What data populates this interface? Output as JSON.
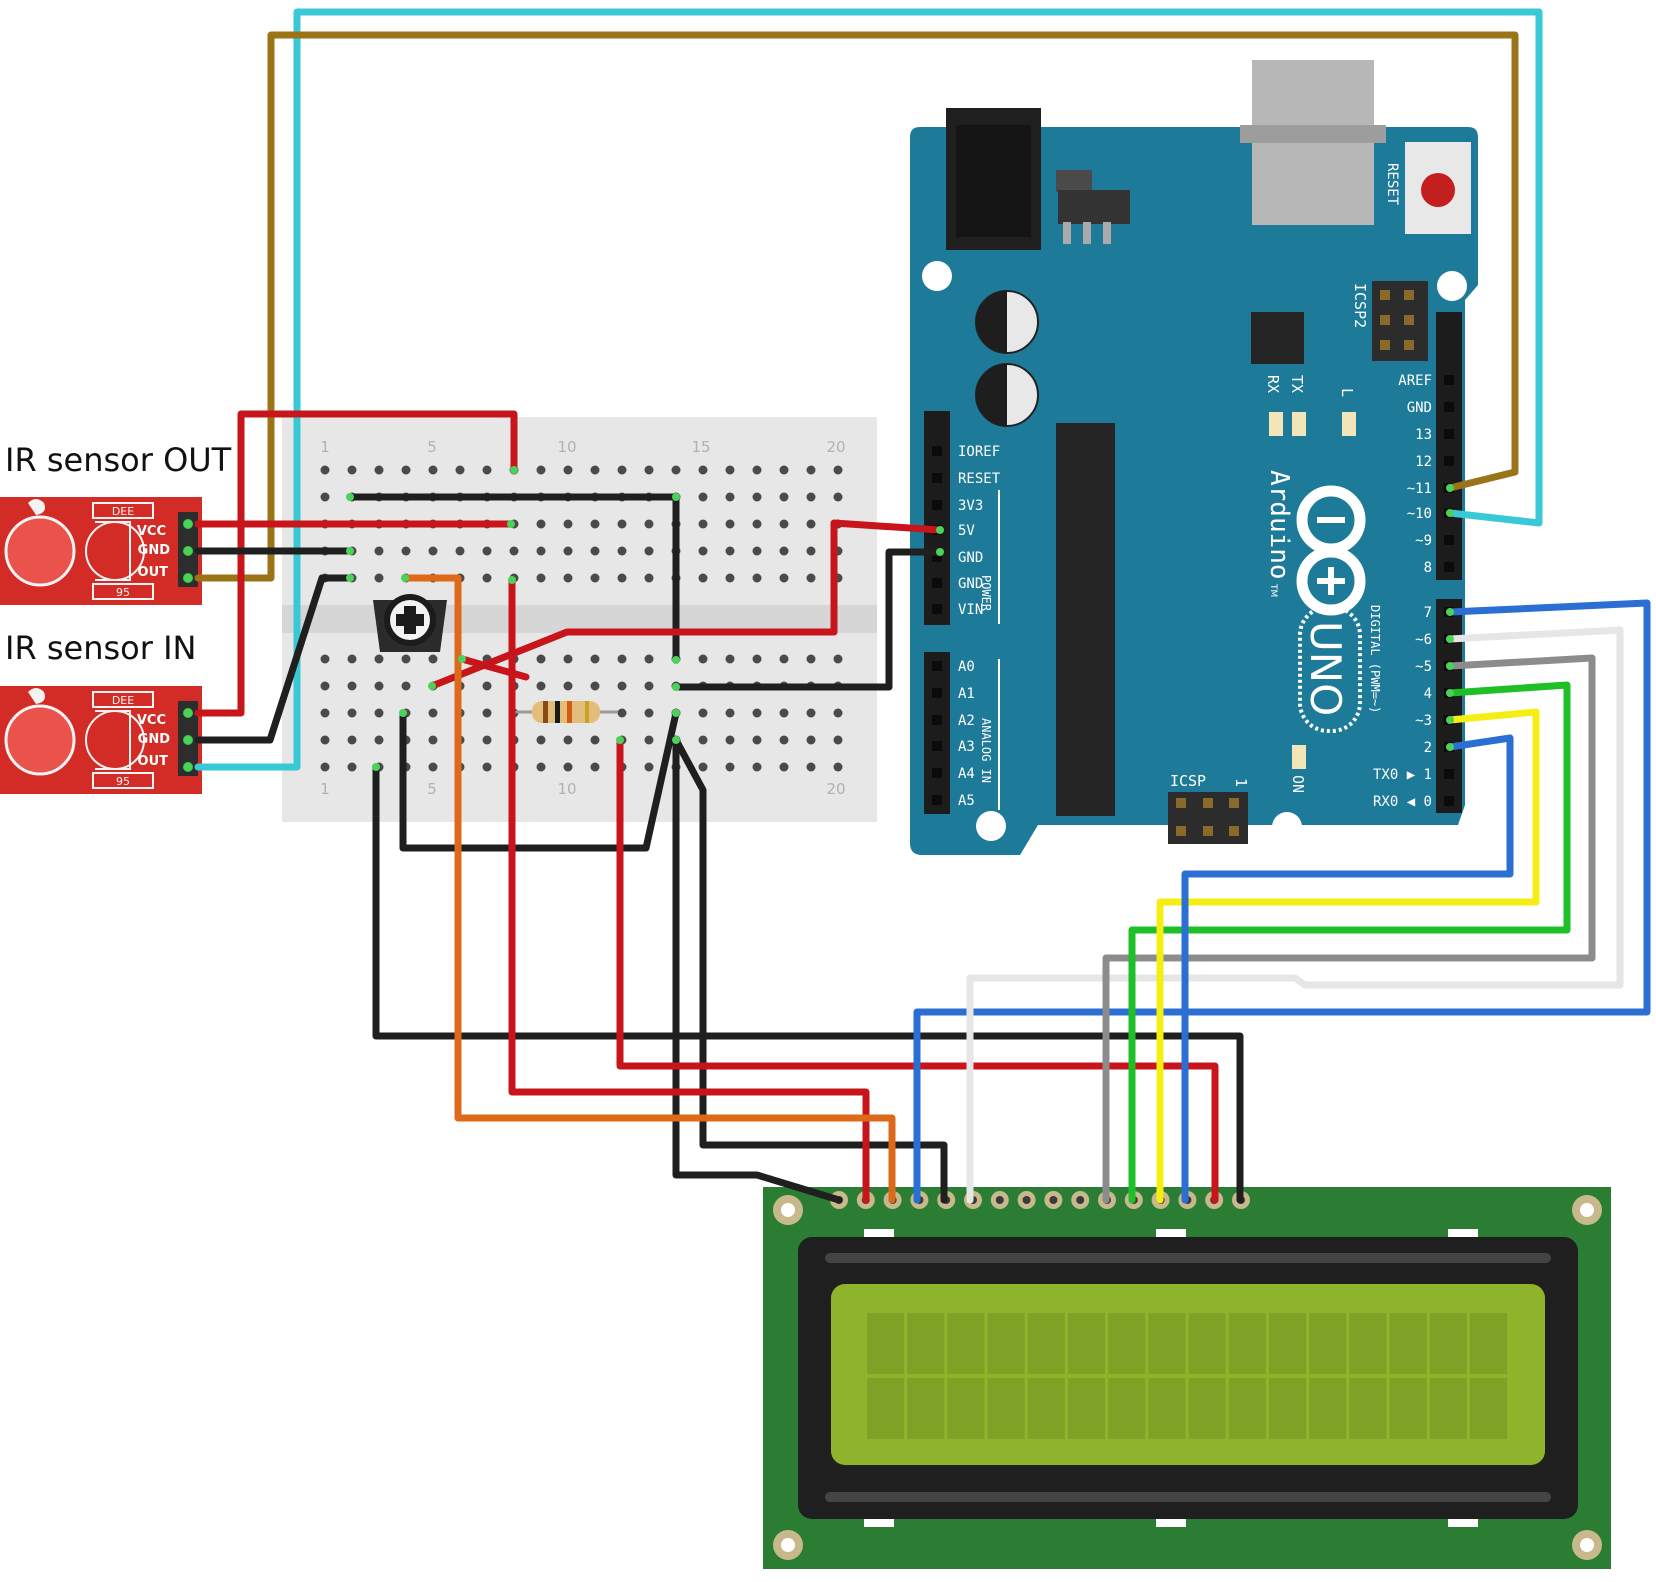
{
  "labels": {
    "sensor_out": "IR sensor OUT",
    "sensor_in": "IR sensor IN"
  },
  "ir_sensor": {
    "pins": [
      "VCC",
      "GND",
      "OUT"
    ],
    "top_code": "DEE",
    "bottom_code": "95"
  },
  "breadboard": {
    "col_labels": [
      "1",
      "5",
      "10",
      "15",
      "20"
    ]
  },
  "arduino": {
    "brand": "Arduino",
    "trademark": "TM",
    "model": "UNO",
    "reset_label": "RESET",
    "icsp2_label": "ICSP2",
    "icsp_label": "ICSP",
    "icsp_pin1": "1",
    "led_tx": "TX",
    "led_rx": "RX",
    "led_l": "L",
    "led_on": "ON",
    "power_header": [
      "IOREF",
      "RESET",
      "3V3",
      "5V",
      "GND",
      "GND",
      "VIN"
    ],
    "power_group": "POWER",
    "analog_header": [
      "A0",
      "A1",
      "A2",
      "A3",
      "A4",
      "A5"
    ],
    "analog_group": "ANALOG IN",
    "digital_top": [
      "AREF",
      "GND",
      "13",
      "12",
      "~11",
      "~10",
      "~9",
      "8"
    ],
    "digital_bottom": [
      "7",
      "~6",
      "~5",
      "4",
      "~3",
      "2",
      "TX0 ▶ 1",
      "RX0 ◀ 0"
    ],
    "digital_group": "DIGITAL (PWM=~)"
  },
  "colors": {
    "wire_red": "#c8141b",
    "wire_black": "#1f1f1f",
    "wire_brown": "#9a7416",
    "wire_cyan": "#39c8d6",
    "wire_orange": "#dc6a1a",
    "wire_blue": "#2a6fd1",
    "wire_white": "#e6e6e6",
    "wire_gray": "#8c8c8c",
    "wire_green": "#1fbf28",
    "wire_yellow": "#f4ee12",
    "arduino_board": "#1d7a99",
    "lcd_pcb": "#2a7d33",
    "lcd_screen": "#90b32c",
    "sensor_pcb": "#d32b25"
  }
}
